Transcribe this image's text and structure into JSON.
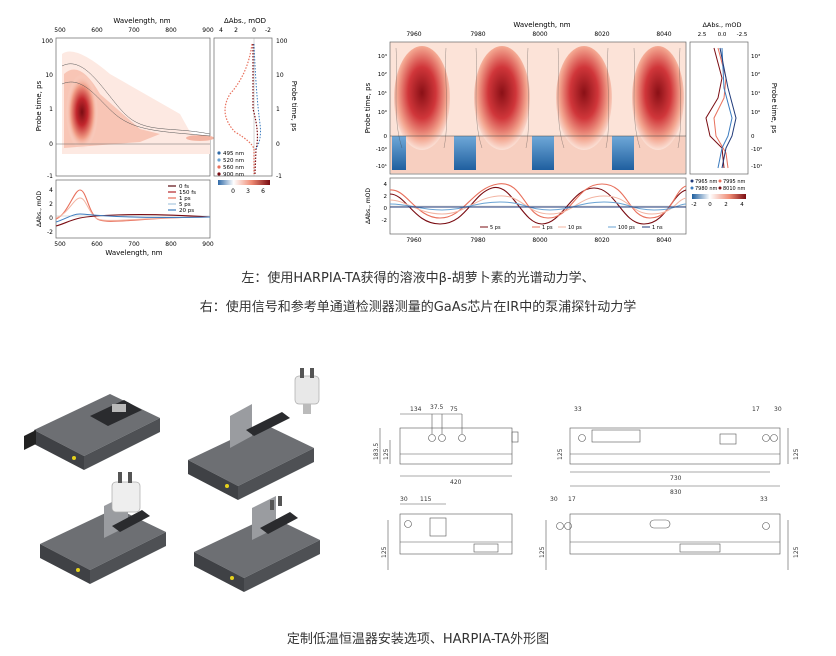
{
  "caption1": "左：使用HARPIA-TA获得的溶液中β-胡萝卜素的光谱动力学、",
  "caption2": "右：使用信号和参考单通道检测器测量的GaAs芯片在IR中的泵浦探针动力学",
  "caption3": "定制低温恒温器安装选项、HARPIA-TA外形图",
  "left_figure": {
    "top_xlabel": "Wavelength, nm",
    "top_xticks": [
      "500",
      "600",
      "700",
      "800",
      "900"
    ],
    "side_xlabel": "ΔAbs., mOD",
    "side_xticks": [
      "4",
      "2",
      "0",
      "-2"
    ],
    "ylabel": "Probe time, ps",
    "yticks": [
      "100",
      "10",
      "1",
      "0",
      "-1"
    ],
    "right_yticks": [
      "100",
      "10",
      "1",
      "0",
      "-1"
    ],
    "map_legend": [
      "495 nm",
      "520 nm",
      "560 nm",
      "900 nm"
    ],
    "colorbar_ticks": [
      "0",
      "3",
      "6"
    ],
    "bottom_ylabel": "ΔAbs., mOD",
    "bottom_yticks": [
      "4",
      "2",
      "0",
      "-2"
    ],
    "bottom_xticks": [
      "500",
      "600",
      "700",
      "800",
      "900"
    ],
    "bottom_xlabel": "Wavelength, nm",
    "bottom_legend": [
      "0 fs",
      "150 fs",
      "1 ps",
      "5 ps",
      "20 ps"
    ],
    "legend_colors": [
      "#5c0a0f",
      "#b5252a",
      "#e8705c",
      "#a9c7e0",
      "#3b7bbf"
    ]
  },
  "right_figure": {
    "top_xlabel": "Wavelength, nm",
    "top_xticks": [
      "7960",
      "7980",
      "8000",
      "8020",
      "8040"
    ],
    "side_xlabel": "ΔAbs., mOD",
    "side_xticks": [
      "2.5",
      "0.0",
      "-2.5"
    ],
    "ylabel": "Probe time, ps",
    "yticks": [
      "10³",
      "10²",
      "10¹",
      "10⁰",
      "0",
      "-10⁰",
      "-10¹"
    ],
    "right_yticks": [
      "10³",
      "10²",
      "10¹",
      "10⁰",
      "0",
      "-10⁰",
      "-10¹"
    ],
    "side_legend": [
      "7965 nm",
      "7995 nm",
      "7980 nm",
      "8010 nm"
    ],
    "colorbar_ticks": [
      "-2",
      "0",
      "2",
      "4"
    ],
    "bottom_ylabel": "ΔAbs., mOD",
    "bottom_yticks": [
      "4",
      "2",
      "0",
      "-2"
    ],
    "bottom_xticks": [
      "7960",
      "7980",
      "8000",
      "8020",
      "8040"
    ],
    "bottom_legend": [
      "5 ps",
      "1 ps",
      "10 ps",
      "100 ps",
      "1 ns"
    ]
  },
  "drawings": {
    "top_left_dims": [
      "134",
      "37.5",
      "75"
    ],
    "top_left_vertical": [
      "183.5",
      "125"
    ],
    "top_left_width": "420",
    "top_right_dims": [
      "33",
      "17",
      "30"
    ],
    "top_right_vertical": [
      "125",
      "125"
    ],
    "top_right_widths": [
      "730",
      "830"
    ],
    "bottom_left_dims": [
      "30",
      "115"
    ],
    "bottom_left_vertical": "125",
    "bottom_right_dims": [
      "30",
      "17",
      "33"
    ],
    "bottom_right_vertical": [
      "125",
      "125"
    ]
  }
}
